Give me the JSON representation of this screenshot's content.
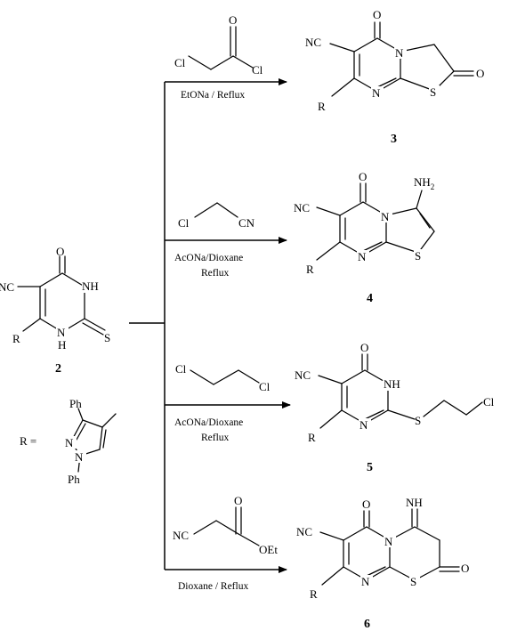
{
  "compounds": {
    "c2": {
      "number": "2",
      "nc": "NC",
      "o": "O",
      "nh_top": "NH",
      "s": "S",
      "r": "R",
      "n": "N",
      "h": "H"
    },
    "c3": {
      "number": "3",
      "nc": "NC",
      "o1": "O",
      "o2": "O",
      "n_top": "N",
      "n_bot": "N",
      "s": "S",
      "r": "R"
    },
    "c4": {
      "number": "4",
      "nc": "NC",
      "o": "O",
      "nh2": "NH",
      "nh2_sub": "2",
      "n_top": "N",
      "n_bot": "N",
      "s": "S",
      "r": "R"
    },
    "c5": {
      "number": "5",
      "nc": "NC",
      "o": "O",
      "nh": "NH",
      "n": "N",
      "s": "S",
      "cl": "Cl",
      "r": "R"
    },
    "c6": {
      "number": "6",
      "nc": "NC",
      "o1": "O",
      "o2": "O",
      "nh": "NH",
      "n_top": "N",
      "n_bot": "N",
      "s": "S",
      "r": "R"
    }
  },
  "reagents": {
    "r1": {
      "cl1": "Cl",
      "cl2": "Cl",
      "o": "O",
      "conditions": [
        "EtONa / Reflux"
      ]
    },
    "r2": {
      "cl": "Cl",
      "cn": "CN",
      "conditions": [
        "AcONa/Dioxane",
        "Reflux"
      ]
    },
    "r3": {
      "cl1": "Cl",
      "cl2": "Cl",
      "conditions": [
        "AcONa/Dioxane",
        "Reflux"
      ]
    },
    "r4": {
      "nc": "NC",
      "o": "O",
      "oet": "OEt",
      "conditions": [
        "Dioxane / Reflux"
      ]
    }
  },
  "r_group": {
    "label": "R =",
    "ph1": "Ph",
    "ph2": "Ph",
    "n1": "N",
    "n2": "N"
  }
}
